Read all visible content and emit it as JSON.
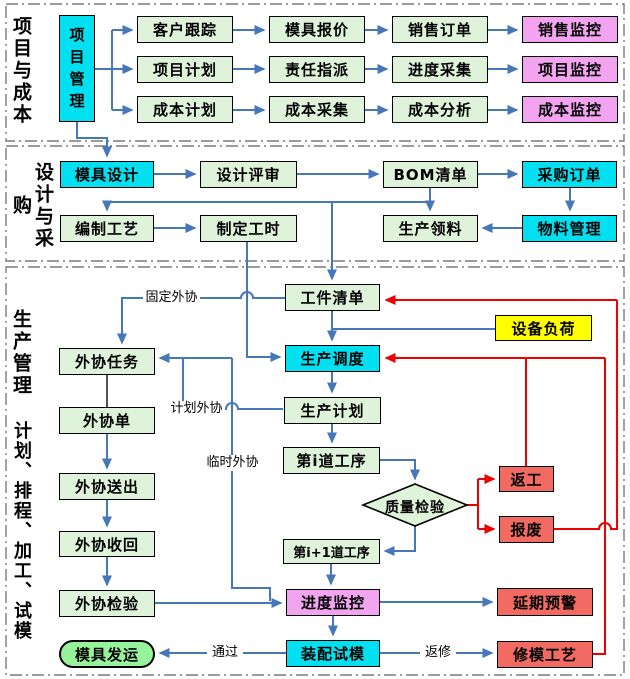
{
  "sections": [
    {
      "label": "项目与成本"
    },
    {
      "label": "设计与采购"
    },
    {
      "label": "生产管理",
      "label2": "计划、排程、加工、试模"
    }
  ],
  "nodes": {
    "xmgl": "项目管理",
    "khgz": "客户跟踪",
    "xmjh": "项目计划",
    "cbjh": "成本计划",
    "mjbj": "模具报价",
    "zrzp": "责任指派",
    "cbcj": "成本采集",
    "xsdd": "销售订单",
    "jdcj": "进度采集",
    "cbfx": "成本分析",
    "xsjk": "销售监控",
    "xmjk": "项目监控",
    "cbjk": "成本监控",
    "mjsj": "模具设计",
    "sjps": "设计评审",
    "bom": "BOM清单",
    "cgdd": "采购订单",
    "bzgy": "编制工艺",
    "zdgs": "制定工时",
    "scll": "生产领料",
    "wlgl": "物料管理",
    "gjqd": "工件清单",
    "sbfh": "设备负荷",
    "scdd": "生产调度",
    "scjh": "生产计划",
    "gx1": "第i道工序",
    "zljy": "质量检验",
    "fg": "返工",
    "bf": "报废",
    "gx2": "第i+1道工序",
    "jdjk": "进度监控",
    "yqyj": "延期预警",
    "zpsm": "装配试模",
    "xmgy": "修模工艺",
    "wxrw": "外协任务",
    "wxd": "外协单",
    "wxsc": "外协送出",
    "wxsh": "外协收回",
    "wxjy": "外协检验",
    "mjfy": "模具发运"
  },
  "edge_labels": {
    "gdwx": "固定外协",
    "jhwx": "计划外协",
    "lswx": "临时外协",
    "tg": "通过",
    "fx": "返修"
  },
  "colors": {
    "green": "#DFF2DA",
    "cyan": "#00E0F0",
    "pink": "#F2A4F0",
    "red": "#F26B63",
    "yellow": "#FFFF00",
    "ship": "#97F39B",
    "line_blue": "#4677B8",
    "line_red": "#F00000",
    "line_black": "#1A1A1A",
    "border": "#000000",
    "frame": "#7A7A7A",
    "text": "#000000"
  }
}
